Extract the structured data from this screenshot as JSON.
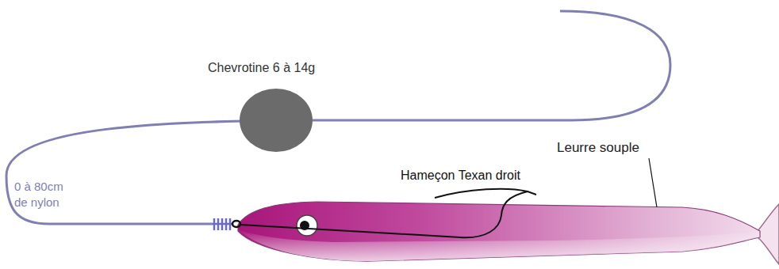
{
  "diagram": {
    "labels": [
      "Chevrotine 6 à 14g",
      "0 à 80cm de nylon",
      "Hameçon Texan droit",
      "Leurre souple"
    ]
  }
}
